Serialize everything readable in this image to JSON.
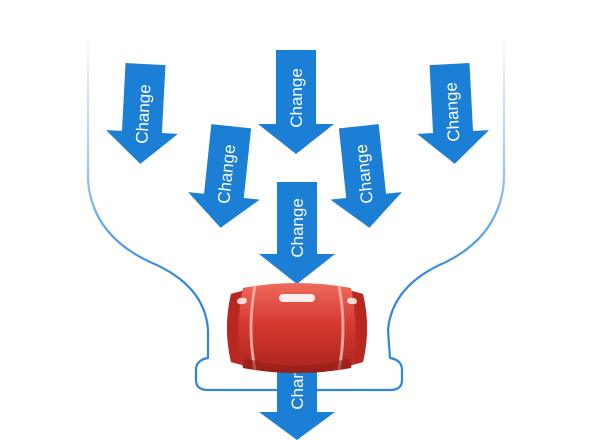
{
  "arrows": [
    {
      "id": "top-left",
      "label": "Change"
    },
    {
      "id": "top-center",
      "label": "Change"
    },
    {
      "id": "top-right",
      "label": "Change"
    },
    {
      "id": "mid-left",
      "label": "Change"
    },
    {
      "id": "mid-right",
      "label": "Change"
    },
    {
      "id": "center",
      "label": "Change"
    },
    {
      "id": "bottom-output",
      "label": "Change"
    }
  ],
  "colors": {
    "arrow_blue": "#1b7fd6",
    "funnel_stroke": "#3d8fe0",
    "barrel_red": "#d63a2f",
    "barrel_dark": "#a8241c",
    "barrel_light": "#ef6a5e"
  },
  "icons": {
    "barrel": "barrel-icon"
  }
}
